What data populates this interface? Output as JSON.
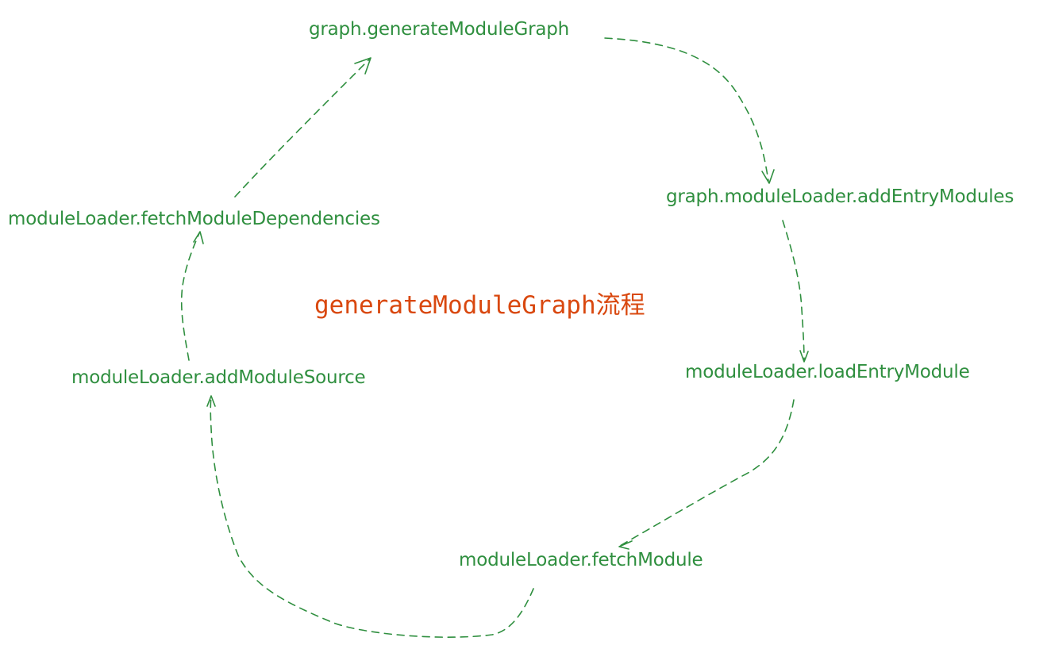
{
  "diagram": {
    "title": "generateModuleGraph流程",
    "nodes": [
      {
        "id": "generate",
        "label": "graph.generateModuleGraph"
      },
      {
        "id": "addEntry",
        "label": "graph.moduleLoader.addEntryModules"
      },
      {
        "id": "loadEntry",
        "label": "moduleLoader.loadEntryModule"
      },
      {
        "id": "fetchModule",
        "label": "moduleLoader.fetchModule"
      },
      {
        "id": "addSource",
        "label": "moduleLoader.addModuleSource"
      },
      {
        "id": "fetchDeps",
        "label": "moduleLoader.fetchModuleDependencies"
      }
    ],
    "edges": [
      {
        "from": "generate",
        "to": "addEntry"
      },
      {
        "from": "addEntry",
        "to": "loadEntry"
      },
      {
        "from": "loadEntry",
        "to": "fetchModule"
      },
      {
        "from": "fetchModule",
        "to": "addSource"
      },
      {
        "from": "addSource",
        "to": "fetchDeps"
      },
      {
        "from": "fetchDeps",
        "to": "generate"
      }
    ],
    "colors": {
      "node_text": "#2f8f3f",
      "title_text": "#d9480f",
      "background": "#ffffff"
    }
  }
}
